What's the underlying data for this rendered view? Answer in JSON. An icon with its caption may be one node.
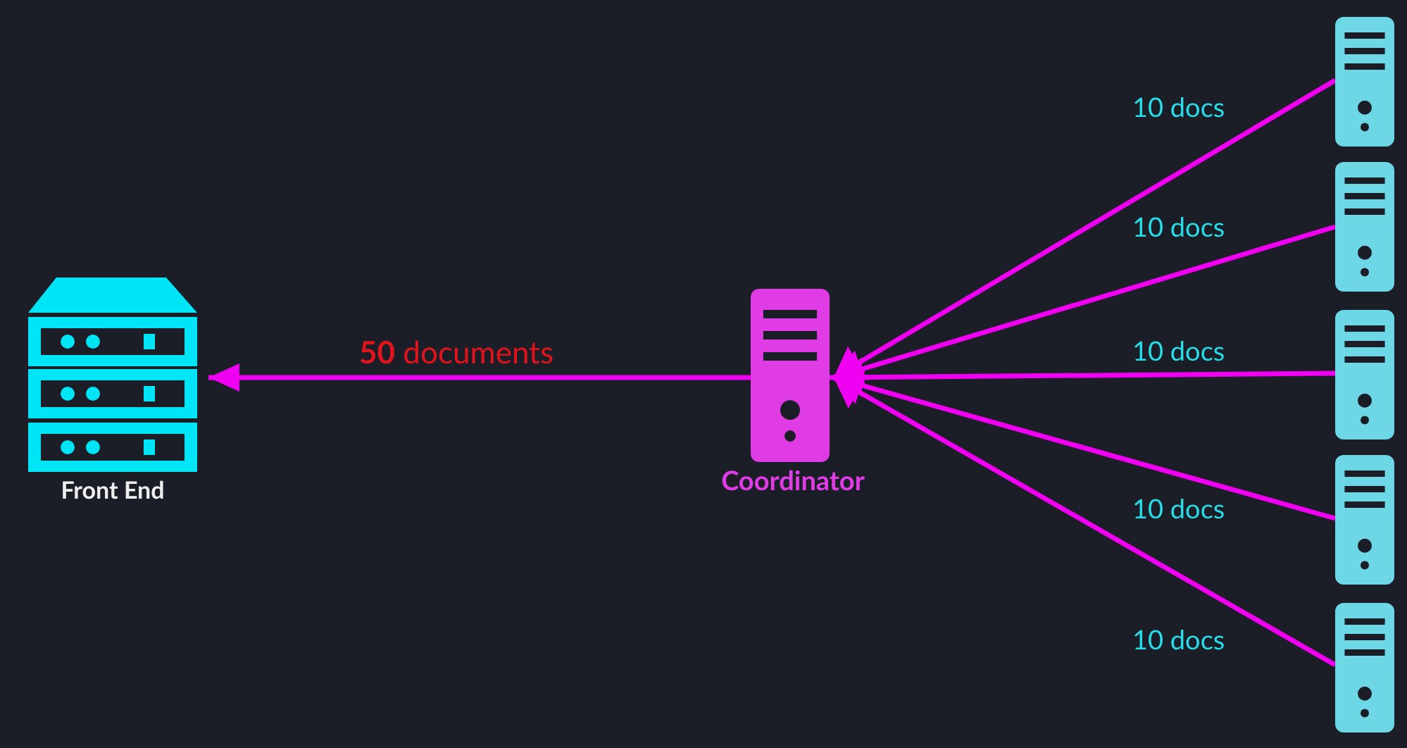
{
  "diagram": {
    "nodes": [
      {
        "text": [
          "Front End"
        ]
      },
      {
        "text": [
          "Coordinator"
        ]
      },
      {
        "text": [],
        "shape": "server"
      },
      {
        "text": [],
        "shape": "server"
      },
      {
        "text": [],
        "shape": "server"
      },
      {
        "text": [],
        "shape": "server"
      },
      {
        "text": [],
        "shape": "server"
      }
    ],
    "edges": [
      {
        "from": 1,
        "to": 0,
        "arrow": "to",
        "label": "**50** documents"
      },
      {
        "from": 2,
        "to": 1,
        "arrow": "to",
        "label": "10 docs"
      },
      {
        "from": 3,
        "to": 1,
        "arrow": "to",
        "label": "10 docs"
      },
      {
        "from": 4,
        "to": 1,
        "arrow": "to",
        "label": "10 docs"
      },
      {
        "from": 5,
        "to": 1,
        "arrow": "to",
        "label": "10 docs"
      },
      {
        "from": 6,
        "to": 1,
        "arrow": "to",
        "label": "10 docs"
      }
    ]
  }
}
